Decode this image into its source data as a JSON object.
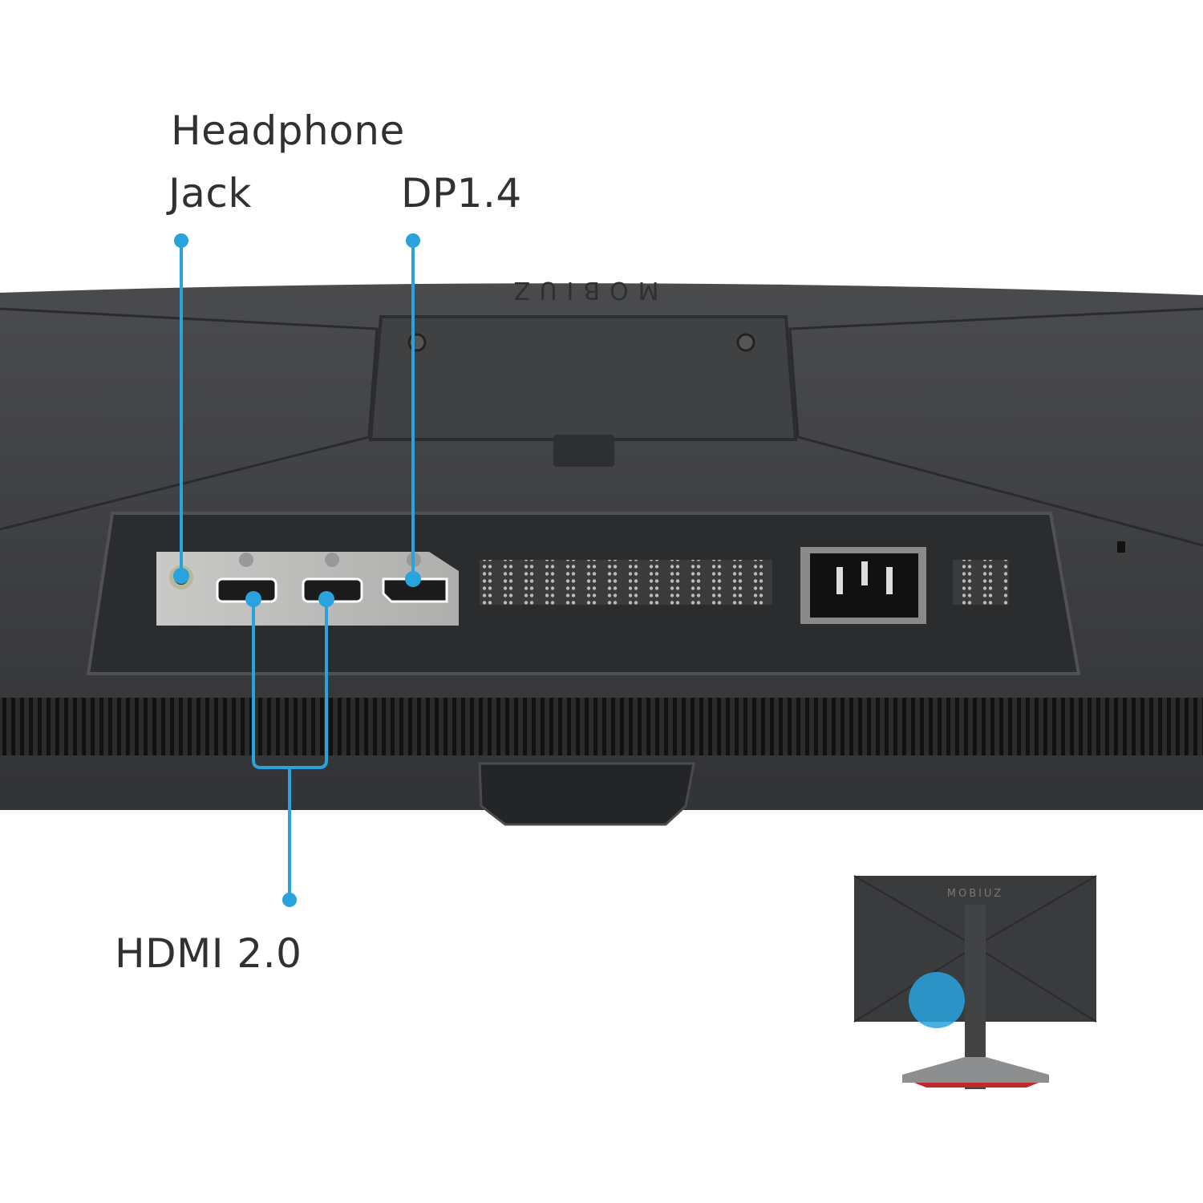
{
  "labels": {
    "headphone_line1": "Headphone",
    "headphone_line2": "Jack",
    "displayport": "DP1.4",
    "hdmi": "HDMI 2.0"
  },
  "brand_logo": "MOBIUZ",
  "colors": {
    "callout": "#29a3dd",
    "monitor_body": "#3a3b3d",
    "port_plate": "#bdbdbb",
    "text": "#2f3133",
    "stand_accent": "#c0282a"
  },
  "icons": [
    "headphone-jack-port",
    "hdmi-port",
    "displayport-port",
    "ac-power-inlet",
    "kensington-lock-icon"
  ]
}
